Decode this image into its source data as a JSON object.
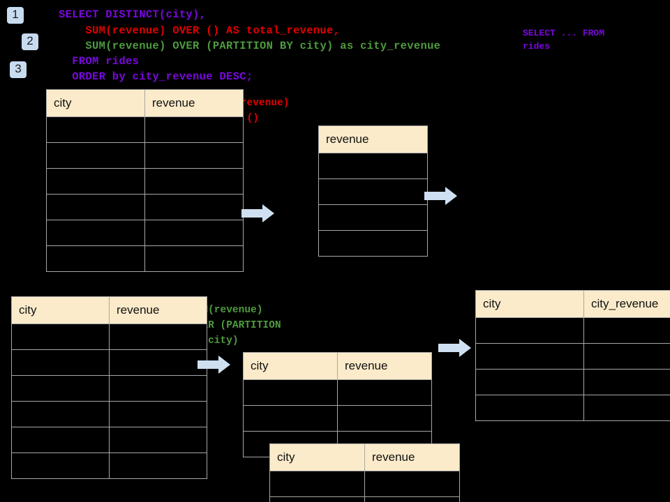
{
  "theme": {
    "background": "#000000",
    "badge_bg": "#c8dcf0",
    "header_bg": "#fbebca",
    "grid_line": "#a8a8a8",
    "arrow_fill": "#cfe0f2",
    "purple": "#7a08dd",
    "red": "#e00000",
    "green": "#4e9c3e"
  },
  "badges": [
    {
      "label": "1"
    },
    {
      "label": "2"
    },
    {
      "label": "3"
    }
  ],
  "sql": {
    "line1": "SELECT DISTINCT(city),",
    "line2": "    SUM(revenue) OVER () AS total_revenue,",
    "line3": "    SUM(revenue) OVER (PARTITION BY city) as city_revenue",
    "line4": "  FROM rides",
    "line5": "  ORDER by city_revenue DESC;"
  },
  "aside": {
    "text": "SELECT ... FROM\nrides"
  },
  "annotations": {
    "total_revenue": "SUM(revenue)\nOVER ()",
    "city_revenue": "SUM(revenue)\nOVER (PARTITION\nBY city)"
  },
  "tables": {
    "rides_top": {
      "headers": [
        "city",
        "revenue"
      ],
      "rows": [
        [
          "",
          ""
        ],
        [
          "",
          ""
        ],
        [
          "",
          ""
        ],
        [
          "",
          ""
        ],
        [
          "",
          ""
        ],
        [
          "",
          ""
        ]
      ]
    },
    "total_revenue": {
      "headers": [
        "revenue"
      ],
      "rows": [
        [
          ""
        ],
        [
          ""
        ],
        [
          ""
        ],
        [
          ""
        ]
      ]
    },
    "rides_bottom": {
      "headers": [
        "city",
        "revenue"
      ],
      "rows": [
        [
          "",
          ""
        ],
        [
          "",
          ""
        ],
        [
          "",
          ""
        ],
        [
          "",
          ""
        ],
        [
          "",
          ""
        ],
        [
          "",
          ""
        ]
      ]
    },
    "partition_back": {
      "headers": [
        "city",
        "revenue"
      ],
      "rows": [
        [
          "",
          ""
        ],
        [
          "",
          ""
        ],
        [
          "",
          ""
        ]
      ]
    },
    "partition_front": {
      "headers": [
        "city",
        "revenue"
      ],
      "rows": [
        [
          "",
          ""
        ],
        [
          "",
          ""
        ]
      ]
    },
    "result": {
      "headers": [
        "city",
        "city_revenue"
      ],
      "rows": [
        [
          "",
          ""
        ],
        [
          "",
          ""
        ],
        [
          "",
          ""
        ],
        [
          "",
          ""
        ]
      ]
    }
  },
  "arrows": [
    {
      "name": "arrow-rides-to-total"
    },
    {
      "name": "arrow-total-to-result"
    },
    {
      "name": "arrow-rides-to-partition"
    },
    {
      "name": "arrow-partition-to-result"
    }
  ]
}
